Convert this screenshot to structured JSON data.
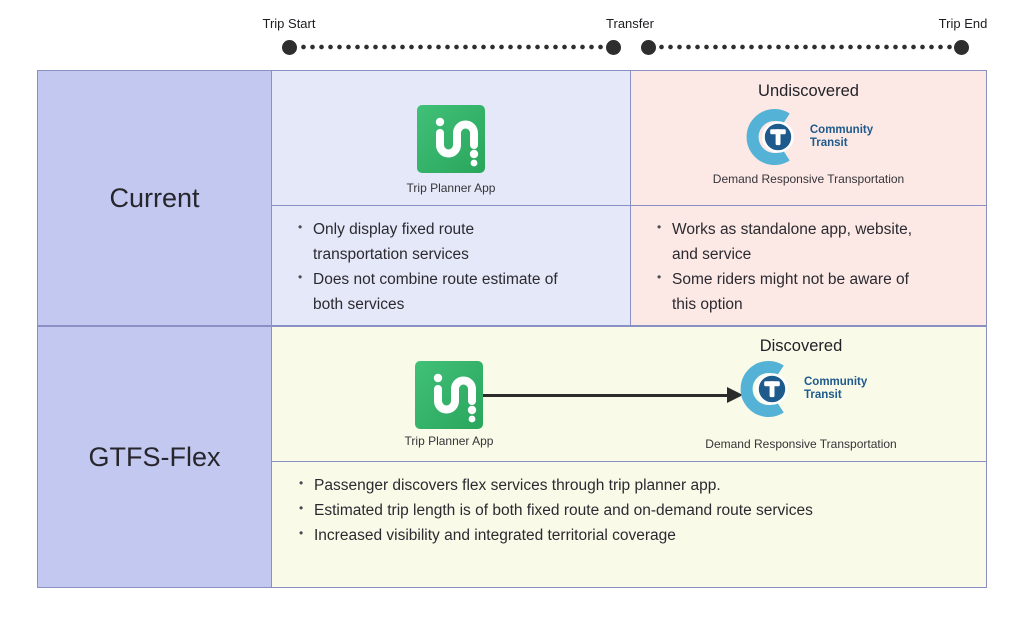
{
  "timeline": {
    "trip_start": "Trip Start",
    "transfer": "Transfer",
    "trip_end": "Trip End"
  },
  "table": {
    "current": {
      "label": "Current",
      "trip_planner": {
        "icon": "transit-app-icon",
        "caption": "Trip Planner App",
        "bullets": [
          "Only display fixed route transportation services",
          "Does not combine route estimate of both services"
        ]
      },
      "demand_responsive": {
        "heading": "Undiscovered",
        "icon": "community-transit-logo",
        "logo_line1": "Community",
        "logo_line2": "Transit",
        "caption": "Demand Responsive Transportation",
        "bullets": [
          "Works as standalone app, website, and service",
          "Some riders might not be aware of this option"
        ]
      }
    },
    "gtfs_flex": {
      "label": "GTFS-Flex",
      "heading": "Discovered",
      "trip_planner": {
        "icon": "transit-app-icon",
        "caption": "Trip Planner App"
      },
      "demand_responsive": {
        "icon": "community-transit-logo",
        "logo_line1": "Community",
        "logo_line2": "Transit",
        "caption": "Demand Responsive Transportation"
      },
      "bullets": [
        "Passenger discovers flex services through trip planner app.",
        "Estimated trip length is of both fixed route and on-demand route services",
        "Increased visibility and integrated territorial coverage"
      ]
    }
  },
  "colors": {
    "header_cell": "#c3c8f0",
    "current_app_cell": "#e5e8f8",
    "current_drt_cell": "#fce8e5",
    "gtfs_cell": "#f9fae8",
    "cell_border": "#8a8fc4",
    "app_icon_green_top": "#41c078",
    "app_icon_green_bottom": "#2aa65c",
    "ct_light_blue": "#54b2d6",
    "ct_dark_blue": "#1e5a8c",
    "timeline_dot": "#2e2e2e",
    "arrow": "#2b2b2b",
    "text": "#26262c"
  }
}
